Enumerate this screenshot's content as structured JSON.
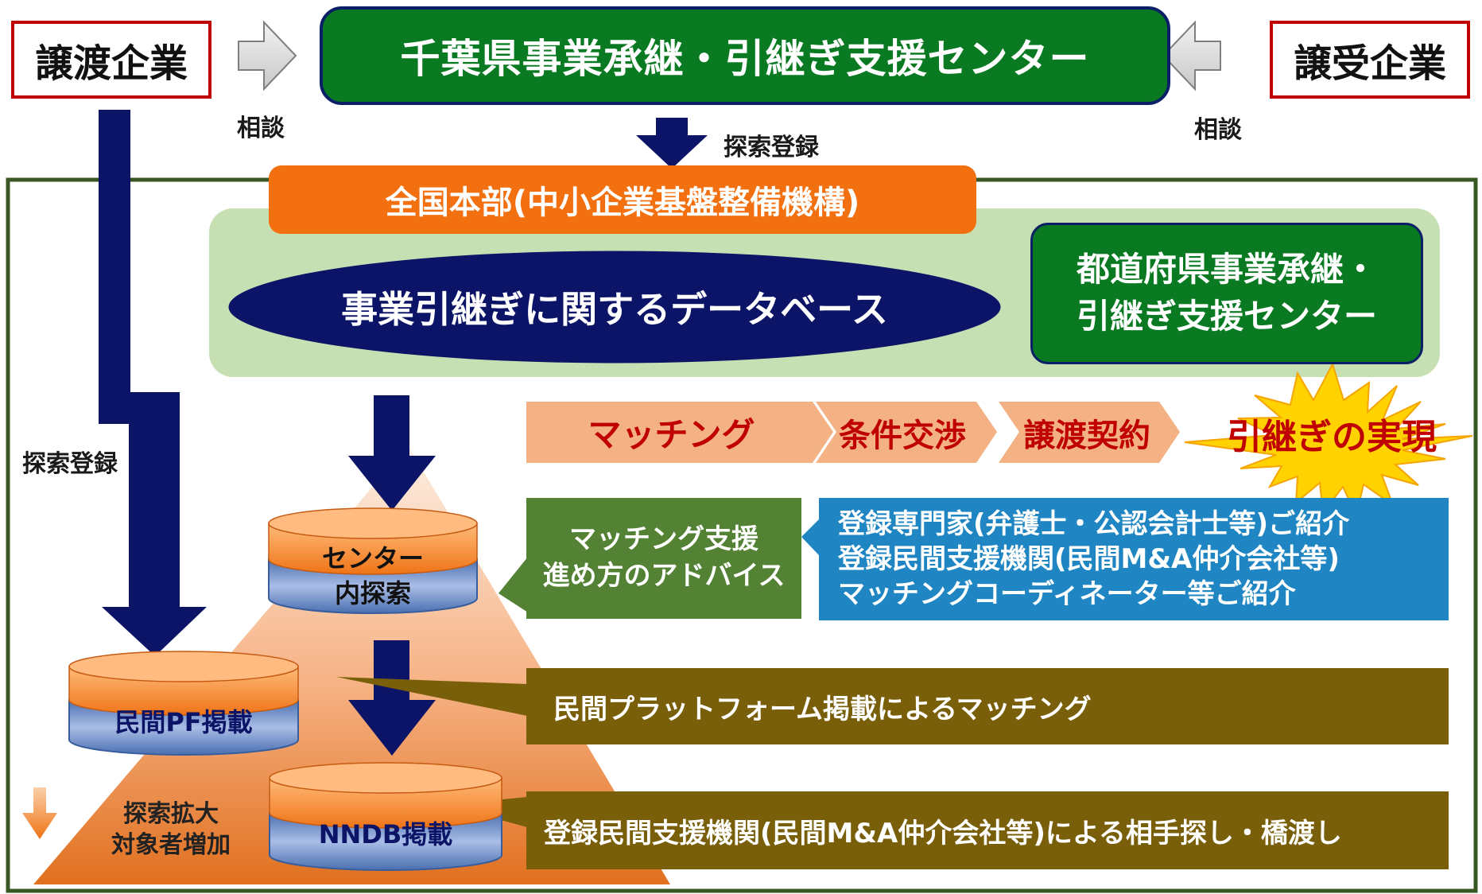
{
  "top": {
    "seller": "譲渡企業",
    "buyer": "譲受企業",
    "center_title": "千葉県事業承継・引継ぎ支援センター",
    "consult_left": "相談",
    "consult_right": "相談",
    "register_top": "探索登録",
    "register_left": "探索登録"
  },
  "hq": {
    "title": "全国本部(中小企業基盤整備機構)"
  },
  "database": {
    "title": "事業引継ぎに関するデータベース"
  },
  "prefectural_center": {
    "line1": "都道府県事業承継・",
    "line2": "引継ぎ支援センター"
  },
  "process": {
    "steps": [
      "マッチング",
      "条件交渉",
      "譲渡契約"
    ],
    "result": "引継ぎの実現"
  },
  "support": {
    "green_line1": "マッチング支援",
    "green_line2": "進め方のアドバイス",
    "blue_line1": "登録専門家(弁護士・公認会計士等)ご紹介",
    "blue_line2": "登録民間支援機関(民間M&A仲介会社等)",
    "blue_line3": "マッチングコーディネーター等ご紹介"
  },
  "layers": {
    "center_search_line1": "センター",
    "center_search_line2": "内探索",
    "private_pf": "民間PF掲載",
    "nndb": "NNDB掲載"
  },
  "notes": {
    "private_pf_desc": "民間プラットフォーム掲載によるマッチング",
    "nndb_desc": "登録民間支援機関(民間M&A仲介会社等)による相手探し・橋渡し",
    "expand_line1": "探索拡大",
    "expand_line2": "対象者増加"
  },
  "colors": {
    "green": "#0a7a22",
    "orange": "#f27010",
    "navy": "#0b1466",
    "light_green": "#c6e0b4",
    "salmon": "#f4b183",
    "olive": "#7a5f0a",
    "olive_green": "#548235",
    "blue": "#1f86c3",
    "red_text": "#c00000",
    "burst": "#ffd200"
  }
}
